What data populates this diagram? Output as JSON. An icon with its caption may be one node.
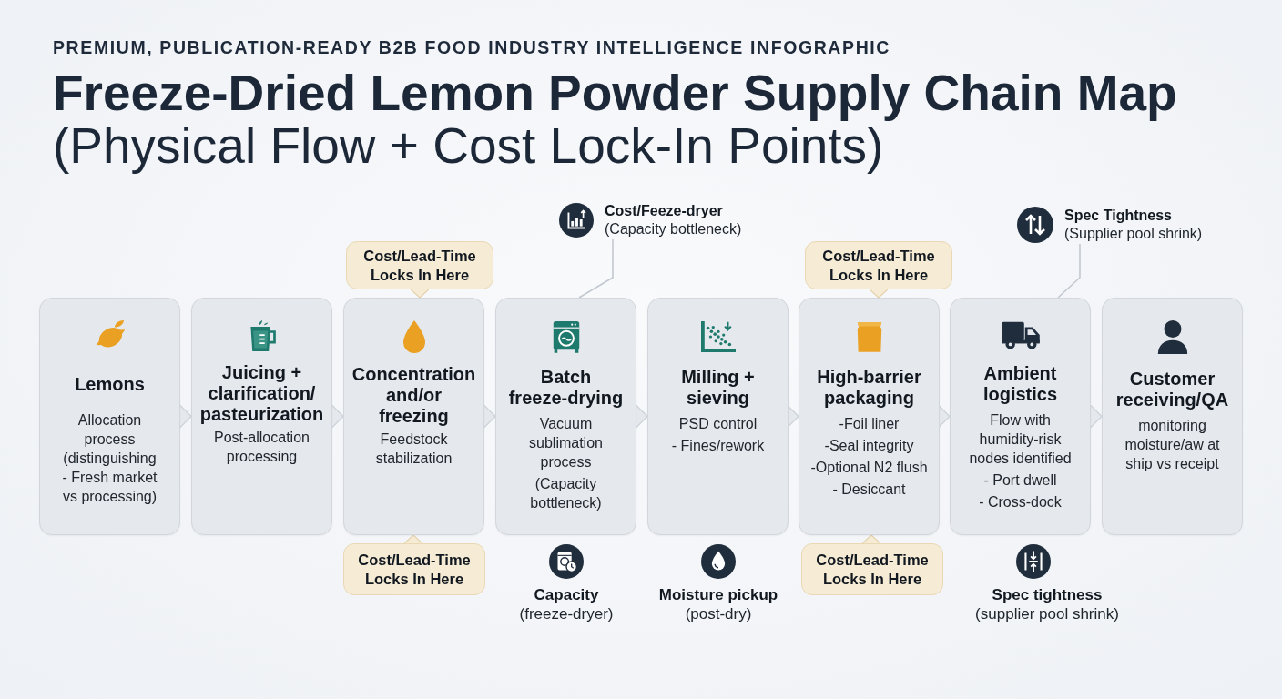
{
  "diagram": {
    "title": "**Freeze-Dried Lemon Powder Supply Chain Map** (Physical Flow + Cost Lock-In Points)",
    "nodes": [
      {
        "text": [
          "Cost/Lead-Time Locks In Here"
        ]
      },
      {
        "text": [
          "Cost/Feeze-dryer",
          "(Capacity bottleneck)"
        ]
      },
      {
        "text": [
          "Cost/Lead-Time Locks In Here"
        ]
      },
      {
        "text": [
          "Spec Tightness",
          "(Supplier pool shrink)"
        ]
      },
      {
        "text": [
          "Lemons",
          "Allocation process (distinguishing - Fresh market vs processing)"
        ]
      },
      {
        "text": [
          "Juicing + clarification/ pasteurization",
          "Post-allocation processing"
        ]
      },
      {
        "text": [
          "Concentration and/or freezing",
          "Feedstock stabilization"
        ]
      },
      {
        "text": [
          "Batch freeze-drying",
          "Vacuum sublimation process",
          "(Capacity bottleneck)"
        ]
      },
      {
        "text": [
          "Milling + sieving",
          "PSD control",
          "- Fines/rework"
        ]
      },
      {
        "text": [
          "High-barrier packaging",
          "-Foil liner",
          "-Seal integrity",
          "-Optional N2 flush",
          "- Desiccant"
        ]
      },
      {
        "text": [
          "Ambient logistics",
          "Flow with humidity-risk nodes identified",
          "- Port dwell",
          "- Cross-dock"
        ]
      },
      {
        "text": [
          "Customer receiving/QA",
          "monitoring moisture/aw at ship vs receipt"
        ]
      },
      {
        "text": [
          "Cost/Lead-Time Locks In Here"
        ]
      },
      {
        "text": [
          "Cost/Lead-Time Locks In Here"
        ]
      }
    ],
    "edges": [
      {
        "from": 4,
        "to": 5,
        "arrow": "to"
      },
      {
        "from": 5,
        "to": 6,
        "arrow": "to"
      },
      {
        "from": 6,
        "to": 7,
        "arrow": "to"
      },
      {
        "from": 7,
        "to": 8,
        "arrow": "to"
      },
      {
        "from": 8,
        "to": 9,
        "arrow": "to"
      },
      {
        "from": 9,
        "to": 10,
        "arrow": "to"
      },
      {
        "from": 10,
        "to": 11,
        "arrow": "to"
      },
      {
        "from": 0,
        "to": 6,
        "arrow": "to"
      },
      {
        "from": 1,
        "to": 7,
        "arrow": "none"
      },
      {
        "from": 2,
        "to": 9,
        "arrow": "to"
      },
      {
        "from": 3,
        "to": 10,
        "arrow": "none"
      },
      {
        "from": 12,
        "to": 6,
        "arrow": "to"
      },
      {
        "from": 13,
        "to": 9,
        "arrow": "to"
      }
    ],
    "labels": [
      "PREMIUM, PUBLICATION-READY B2B FOOD INDUSTRY INTELLIGENCE INFOGRAPHIC",
      "Capacity",
      "(freeze-dryer)",
      "Moisture pickup",
      "(post-dry)",
      "Spec tightness",
      "(supplier pool shrink)"
    ]
  }
}
